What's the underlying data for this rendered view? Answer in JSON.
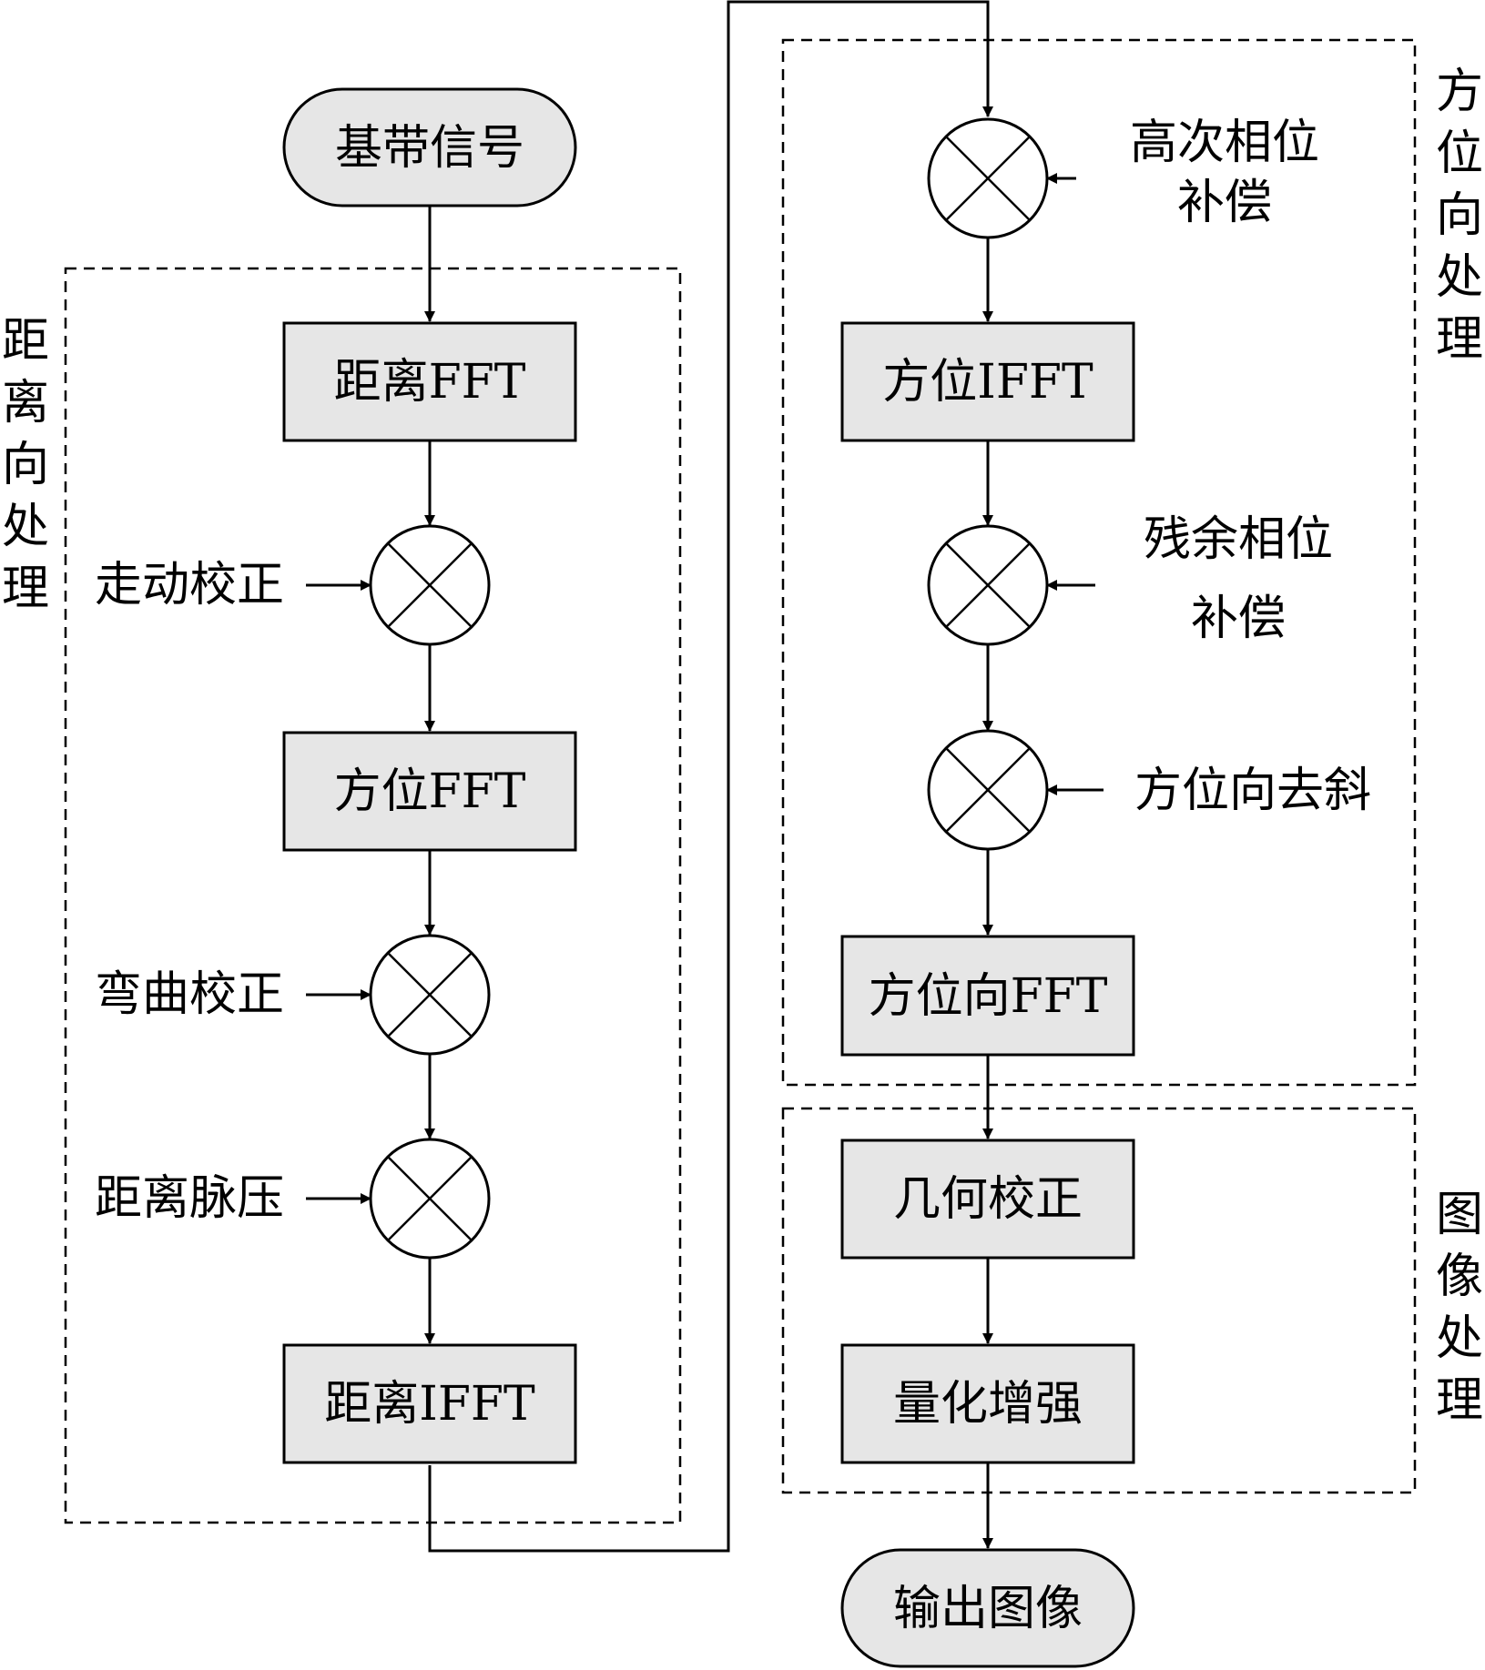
{
  "nodes": {
    "start": "基带信号",
    "range_fft": "距离FFT",
    "azimuth_fft": "方位FFT",
    "range_ifft": "距离IFFT",
    "azimuth_ifft": "方位IFFT",
    "azimuth_dir_fft": "方位向FFT",
    "geo_correction": "几何校正",
    "quant_enhance": "量化增强",
    "output": "输出图像"
  },
  "inputs": {
    "walk_correction": "走动校正",
    "curve_correction": "弯曲校正",
    "range_compression": "距离脉压",
    "high_order_line1": "高次相位",
    "high_order_line2": "补偿",
    "residual_line1": "残余相位",
    "residual_line2": "补偿",
    "azimuth_deramp": "方位向去斜"
  },
  "groups": {
    "range": [
      "距",
      "离",
      "向",
      "处",
      "理"
    ],
    "azimuth": [
      "方",
      "位",
      "向",
      "处",
      "理"
    ],
    "image": [
      "图",
      "像",
      "处",
      "理"
    ]
  }
}
